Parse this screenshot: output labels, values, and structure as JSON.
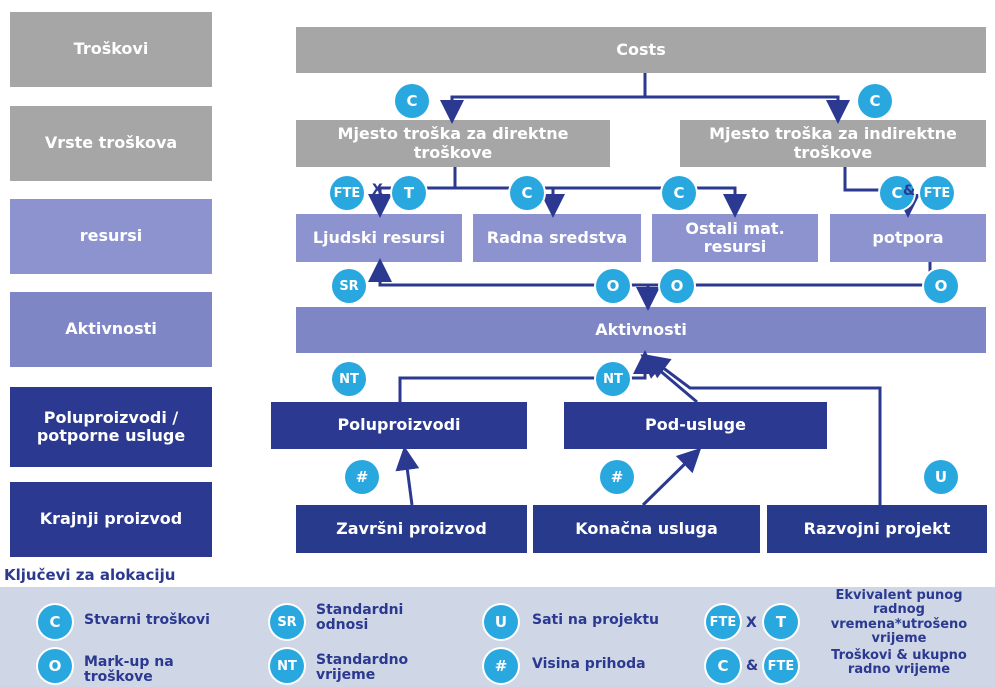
{
  "left_column": [
    "Troškovi",
    "Vrste troškova",
    "resursi",
    "Aktivnosti",
    "Poluproizvodi / potporne usluge",
    "Krajnji proizvod"
  ],
  "costs": "Costs",
  "direct": "Mjesto troška za direktne troškove",
  "indirect": "Mjesto troška za indirektne troškove",
  "resources": {
    "human": "Ljudski resursi",
    "tools": "Radna sredstva",
    "other": "Ostali mat. resursi",
    "support": "potpora"
  },
  "activities": "Aktivnosti",
  "semi": {
    "products": "Poluproizvodi",
    "services": "Pod-usluge"
  },
  "final": {
    "product": "Završni proizvod",
    "service": "Konačna usluga",
    "project": "Razvojni projekt"
  },
  "keys": {
    "c": "C",
    "sr": "SR",
    "u": "U",
    "fte": "FTE",
    "t": "T",
    "o": "O",
    "nt": "NT",
    "hash": "#",
    "x": "X",
    "amp": "&"
  },
  "legend": {
    "title": "Ključevi za alokaciju",
    "c": "Stvarni troškovi",
    "sr": "Standardni odnosi",
    "u": "Sati na projektu",
    "fte_t": "Ekvivalent punog radnog vremena*utrošeno vrijeme",
    "o": "Mark-up na troškove",
    "nt": "Standardno vrijeme",
    "hash": "Visina prihoda",
    "c_fte": "Troškovi & ukupno radno vrijeme"
  },
  "colors": {
    "gray": "#a6a6a6",
    "lavender": "#8c93cf",
    "navy": "#2b3990",
    "circle": "#29a8e0",
    "legend_bg": "#cfd7e6"
  }
}
